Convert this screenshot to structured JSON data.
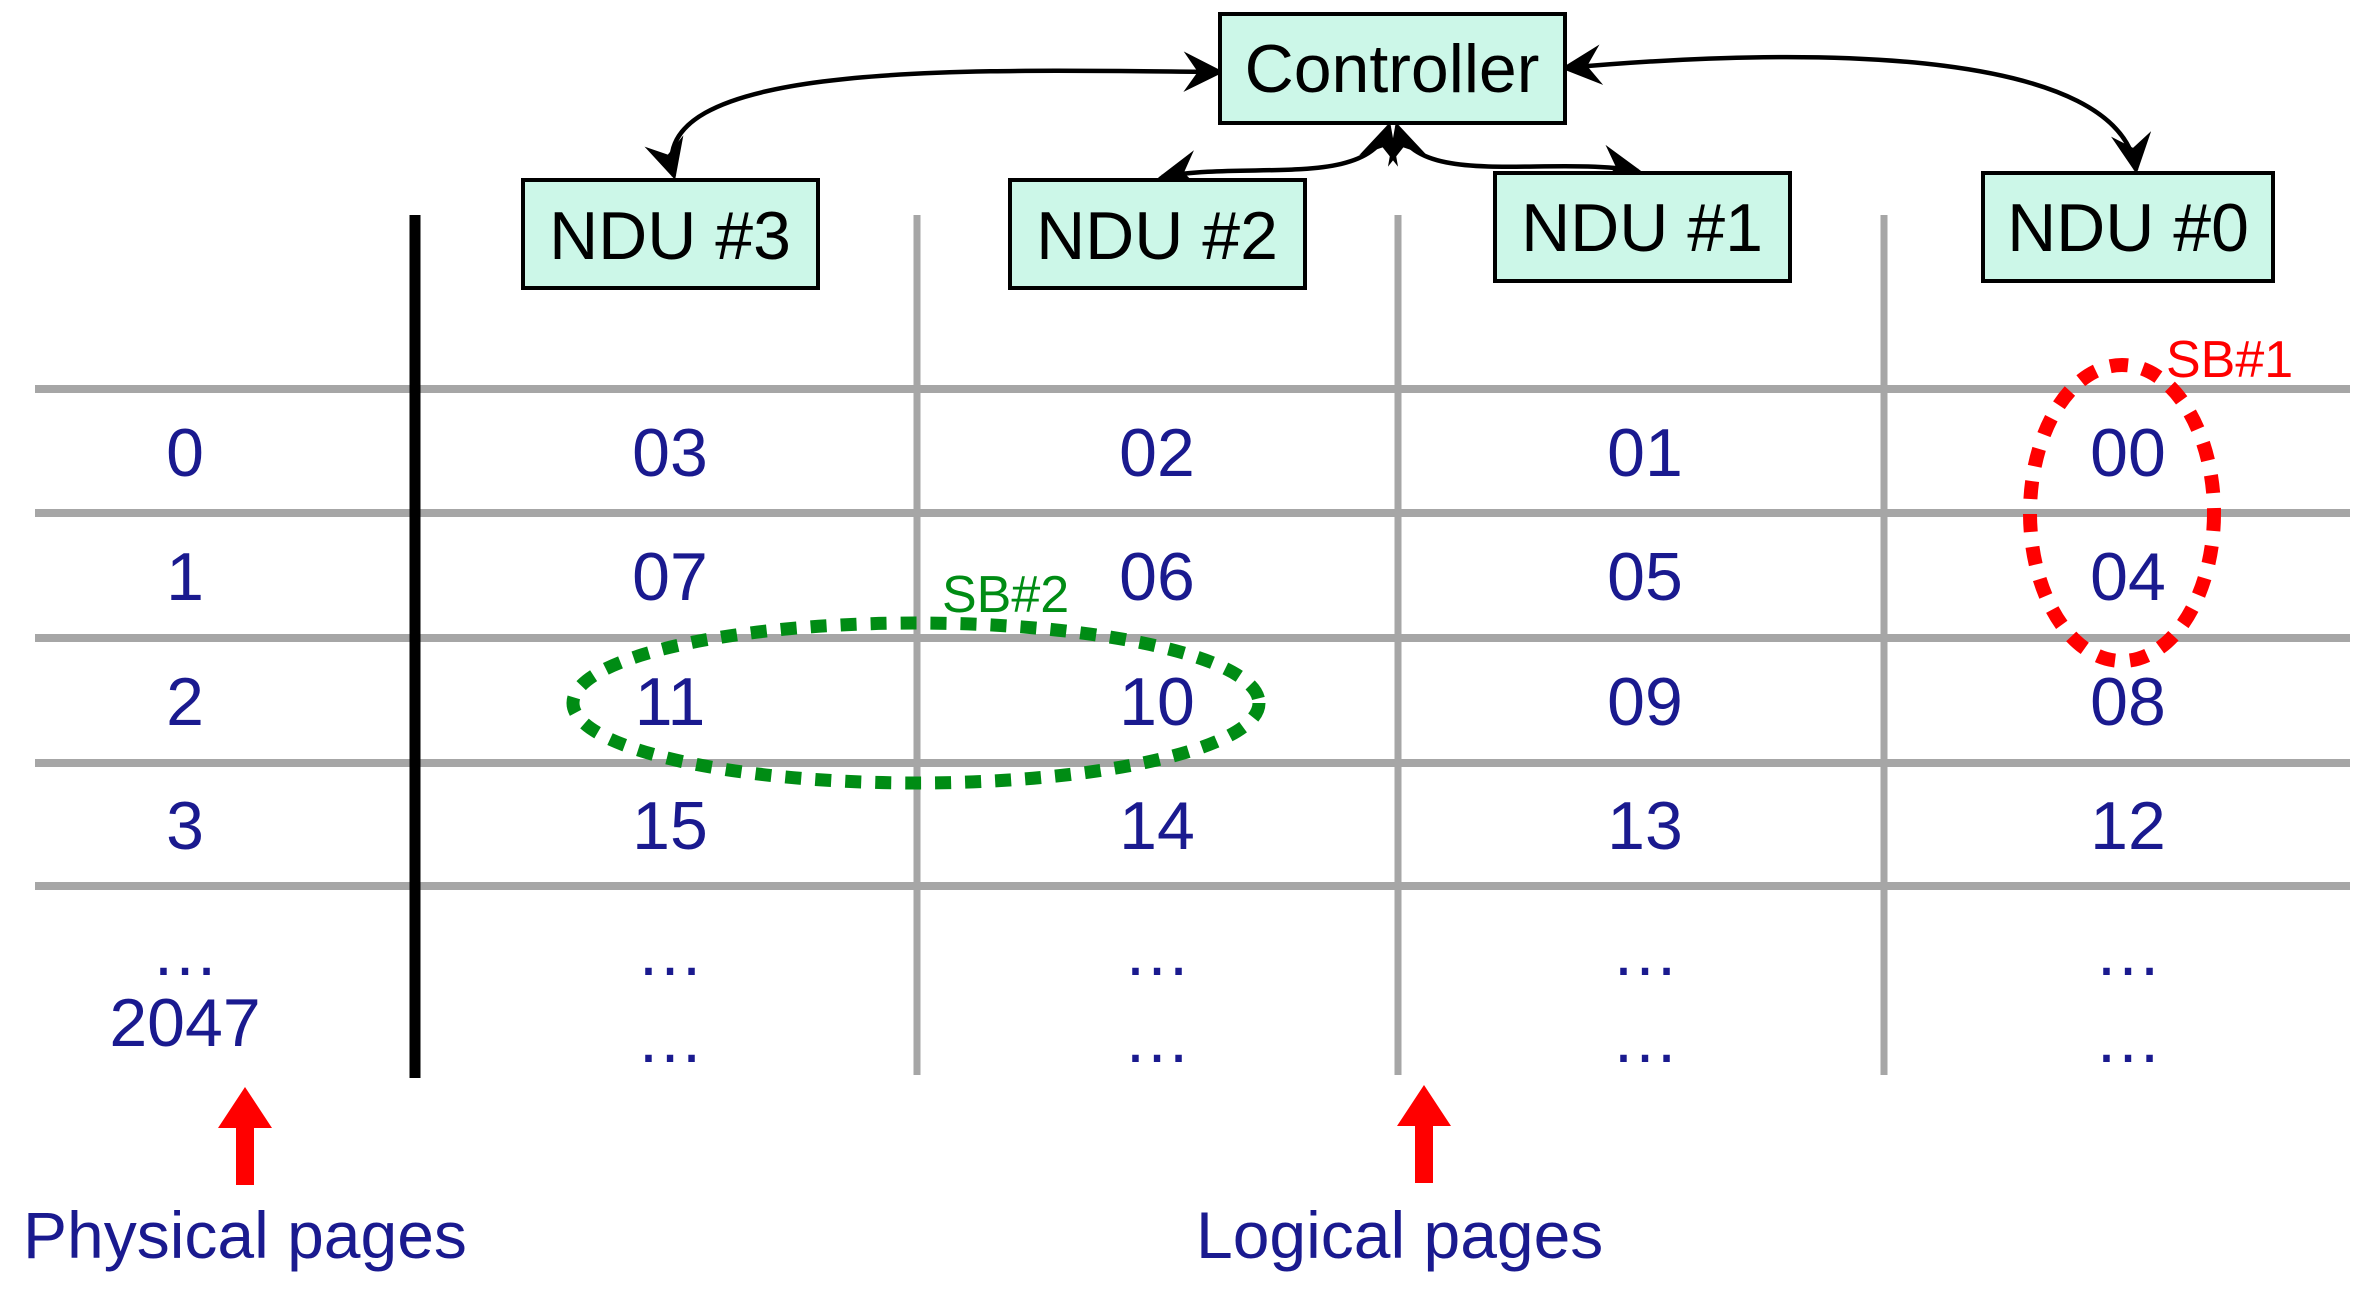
{
  "diagram": {
    "controller": {
      "label": "Controller"
    },
    "ndus": [
      {
        "label": "NDU #3"
      },
      {
        "label": "NDU #2"
      },
      {
        "label": "NDU #1"
      },
      {
        "label": "NDU #0"
      }
    ],
    "table": {
      "physical_pages": [
        "0",
        "1",
        "2",
        "3"
      ],
      "columns": [
        {
          "ndu": "NDU #3",
          "values": [
            "03",
            "07",
            "11",
            "15"
          ]
        },
        {
          "ndu": "NDU #2",
          "values": [
            "02",
            "06",
            "10",
            "14"
          ]
        },
        {
          "ndu": "NDU #1",
          "values": [
            "01",
            "05",
            "09",
            "13"
          ]
        },
        {
          "ndu": "NDU #0",
          "values": [
            "00",
            "04",
            "08",
            "12"
          ]
        }
      ]
    },
    "annotations": {
      "sb1": "SB#1",
      "sb2": "SB#2",
      "ellipsis": "…",
      "last_physical_page": "2047",
      "physical": "Physical pages",
      "logical": "Logical pages"
    },
    "colors": {
      "box_fill": "#CCF7E8",
      "text_navy": "#1A1A8F",
      "grid_gray": "#A6A6A6",
      "red": "#FF0000",
      "green": "#008C14"
    }
  }
}
